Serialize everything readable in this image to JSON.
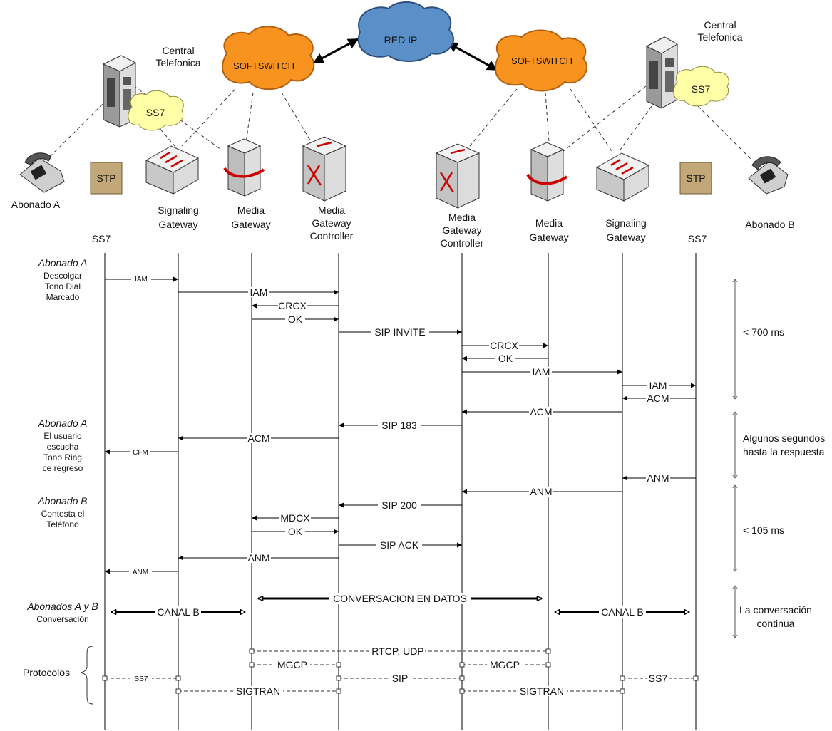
{
  "top": {
    "red_ip": "RED IP",
    "softswitch_left": "SOFTSWITCH",
    "softswitch_right": "SOFTSWITCH",
    "central_left": [
      "Central",
      "Telefonica"
    ],
    "central_right": [
      "Central",
      "Telefonica"
    ],
    "ss7_cloud_left": "SS7",
    "ss7_cloud_right": "SS7",
    "stp_left": "STP",
    "stp_right": "STP",
    "abonado_a": "Abonado A",
    "abonado_b": "Abonado B",
    "sg_left": [
      "Signaling",
      "Gateway"
    ],
    "mg_left": [
      "Media",
      "Gateway"
    ],
    "mgc_left": [
      "Media",
      "Gateway",
      "Controller"
    ],
    "mgc_right": [
      "Media",
      "Gateway",
      "Controller"
    ],
    "mg_right": [
      "Media",
      "Gateway"
    ],
    "sg_right": [
      "Signaling",
      "Gateway"
    ]
  },
  "lanes": {
    "ss7_left": "SS7",
    "ss7_right": "SS7"
  },
  "left_notes": {
    "n1_title": "Abonado A",
    "n1_lines": [
      "Descolgar",
      "Tono Dial",
      "Marcado"
    ],
    "n2_title": "Abonado A",
    "n2_lines": [
      "El usuario",
      "escucha",
      "Tono Ring",
      "ce regreso"
    ],
    "n3_title": "Abonado B",
    "n3_lines": [
      "Contesta el",
      "Teléfono"
    ],
    "n4_title": "Abonados A y B",
    "n4_lines": [
      "Conversación"
    ],
    "protocolos": "Protocolos"
  },
  "right_notes": {
    "t1": "< 700 ms",
    "t2": [
      "Algunos segundos",
      "hasta la respuesta"
    ],
    "t3": "< 105 ms",
    "t4": [
      "La conversación",
      "continua"
    ]
  },
  "messages": {
    "iam1": "IAM",
    "iam2": "IAM",
    "crcx1": "CRCX",
    "ok1": "OK",
    "sip_invite": "SIP INVITE",
    "crcx2": "CRCX",
    "ok2": "OK",
    "iam3": "IAM",
    "iam4": "IAM",
    "acm1": "ACM",
    "acm2": "ACM",
    "sip183": "SIP 183",
    "acm3": "ACM",
    "cfm": "CFM",
    "anm1": "ANM",
    "anm2": "ANM",
    "sip200": "SIP 200",
    "mdcx": "MDCX",
    "ok3": "OK",
    "sip_ack": "SIP ACK",
    "anm3": "ANM",
    "anm4": "ANM",
    "conv_datos": "CONVERSACION EN DATOS",
    "canal_b_left": "CANAL B",
    "canal_b_right": "CANAL B"
  },
  "protocols": {
    "rtcp": "RTCP, UDP",
    "mgcp_left": "MGCP",
    "mgcp_right": "MGCP",
    "ss7_left": "SS7",
    "sip": "SIP",
    "ss7_right": "SS7",
    "sigtran_left": "SIGTRAN",
    "sigtran_right": "SIGTRAN"
  }
}
